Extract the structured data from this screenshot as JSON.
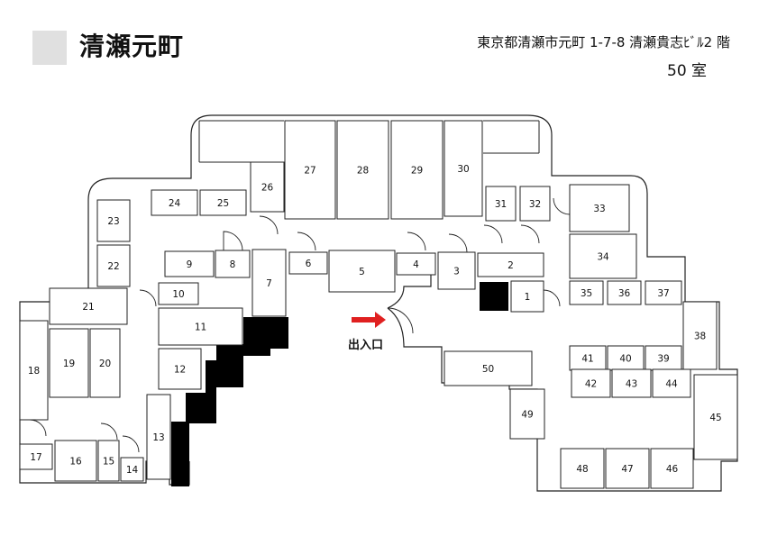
{
  "header": {
    "title": "清瀬元町",
    "address": "東京都清瀬市元町 1-7-8 清瀬貴志ﾋﾞﾙ2 階",
    "room_count": "50 室",
    "square_color": "#e0e0e0"
  },
  "entrance": {
    "label": "出入口",
    "arrow_color": "#e02020"
  },
  "rooms": [
    "1",
    "2",
    "3",
    "4",
    "5",
    "6",
    "7",
    "8",
    "9",
    "10",
    "11",
    "12",
    "13",
    "14",
    "15",
    "16",
    "17",
    "18",
    "19",
    "20",
    "21",
    "22",
    "23",
    "24",
    "25",
    "26",
    "27",
    "28",
    "29",
    "30",
    "31",
    "32",
    "33",
    "34",
    "35",
    "36",
    "37",
    "38",
    "39",
    "40",
    "41",
    "42",
    "43",
    "44",
    "45",
    "46",
    "47",
    "48",
    "49",
    "50"
  ],
  "colors": {
    "wall": "#222222",
    "fill": "#ffffff",
    "stair": "#000000"
  }
}
